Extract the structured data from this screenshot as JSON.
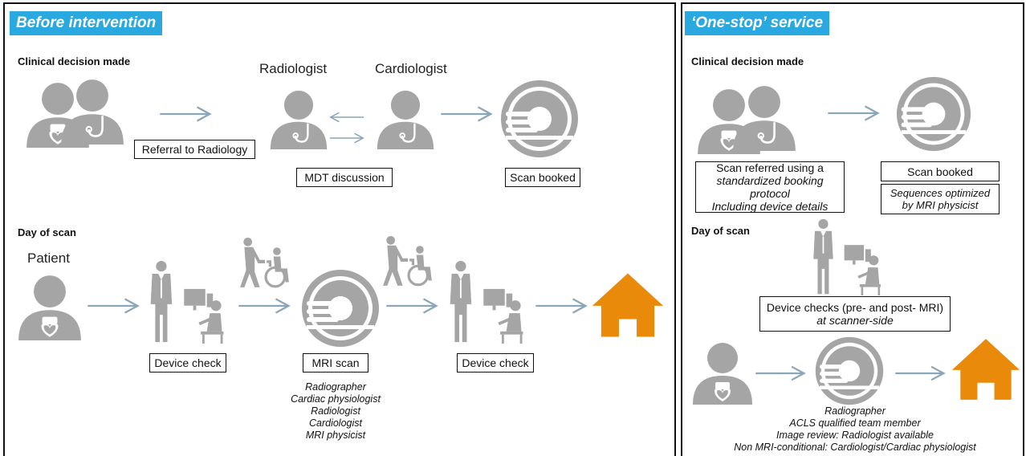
{
  "left_panel": {
    "title": "Before intervention",
    "section_decision": "Clinical decision made",
    "label_radiologist": "Radiologist",
    "label_cardiologist": "Cardiologist",
    "box_referral": "Referral to Radiology",
    "box_mdt": "MDT discussion",
    "box_scan_booked": "Scan booked",
    "section_day": "Day of scan",
    "label_patient": "Patient",
    "box_device_check_1": "Device check",
    "box_mri_scan": "MRI scan",
    "box_device_check_2": "Device check",
    "mri_staff": [
      "Radiographer",
      "Cardiac physiologist",
      "Radiologist",
      "Cardiologist",
      "MRI physicist"
    ]
  },
  "right_panel": {
    "title": "‘One-stop’ service",
    "section_decision": "Clinical decision made",
    "box_referred": [
      "Scan referred using a",
      "standardized booking protocol",
      "Including device details"
    ],
    "box_scan_booked": "Scan booked",
    "box_sequences": [
      "Sequences optimized",
      "by MRI physicist"
    ],
    "section_day": "Day of scan",
    "box_device_checks": [
      "Device checks (pre- and post- MRI)",
      "at scanner-side"
    ],
    "staff_notes": [
      "Radiographer",
      "ACLS qualified team member",
      "Image review: Radiologist available",
      "Non MRI-conditional: Cardiologist/Cardiac physiologist"
    ]
  },
  "colors": {
    "title_bg": "#29a9e0",
    "icon_gray": "#a5a5a5",
    "arrow": "#8aa6ba",
    "house": "#e98a0b"
  }
}
